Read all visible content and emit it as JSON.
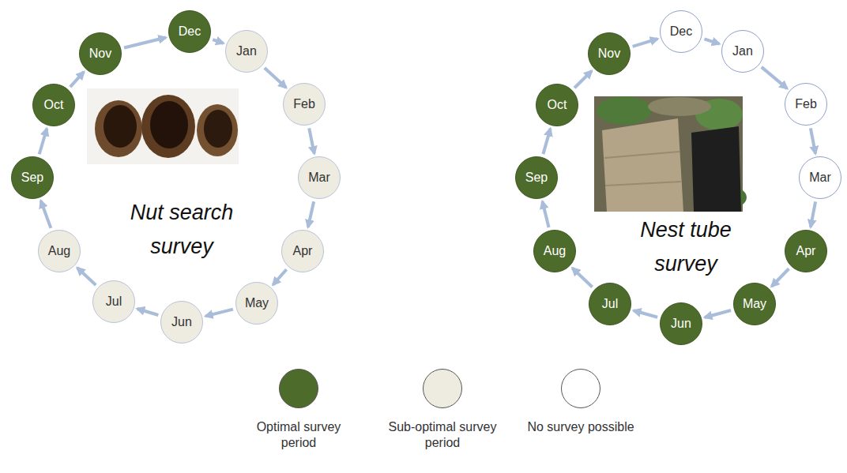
{
  "diagram": {
    "nodes": [
      {
        "text": [
          "Jan"
        ]
      },
      {
        "text": [
          "Feb"
        ]
      },
      {
        "text": [
          "Mar"
        ]
      },
      {
        "text": [
          "Apr"
        ]
      },
      {
        "text": [
          "May"
        ]
      },
      {
        "text": [
          "Jun"
        ]
      },
      {
        "text": [
          "Jul"
        ]
      },
      {
        "text": [
          "Aug"
        ]
      },
      {
        "text": [
          "Sep"
        ]
      },
      {
        "text": [
          "Oct"
        ]
      },
      {
        "text": [
          "Nov"
        ]
      },
      {
        "text": [
          "Dec"
        ]
      },
      {
        "text": [
          "Jan"
        ]
      },
      {
        "text": [
          "Feb"
        ]
      },
      {
        "text": [
          "Mar"
        ]
      },
      {
        "text": [
          "Apr"
        ]
      },
      {
        "text": [
          "May"
        ]
      },
      {
        "text": [
          "Jun"
        ]
      },
      {
        "text": [
          "Jul"
        ]
      },
      {
        "text": [
          "Aug"
        ]
      },
      {
        "text": [
          "Sep"
        ]
      },
      {
        "text": [
          "Oct"
        ]
      },
      {
        "text": [
          "Nov"
        ]
      },
      {
        "text": [
          "Dec"
        ]
      }
    ],
    "edges": [
      {
        "from": 0,
        "to": 1,
        "arrow": "to"
      },
      {
        "from": 1,
        "to": 2,
        "arrow": "to"
      },
      {
        "from": 2,
        "to": 3,
        "arrow": "to"
      },
      {
        "from": 3,
        "to": 4,
        "arrow": "to"
      },
      {
        "from": 4,
        "to": 5,
        "arrow": "to"
      },
      {
        "from": 5,
        "to": 6,
        "arrow": "to"
      },
      {
        "from": 6,
        "to": 7,
        "arrow": "to"
      },
      {
        "from": 7,
        "to": 8,
        "arrow": "to"
      },
      {
        "from": 8,
        "to": 9,
        "arrow": "to"
      },
      {
        "from": 9,
        "to": 10,
        "arrow": "to"
      },
      {
        "from": 10,
        "to": 11,
        "arrow": "to"
      },
      {
        "from": 11,
        "to": 0,
        "arrow": "to"
      },
      {
        "from": 12,
        "to": 13,
        "arrow": "to"
      },
      {
        "from": 13,
        "to": 14,
        "arrow": "to"
      },
      {
        "from": 14,
        "to": 15,
        "arrow": "to"
      },
      {
        "from": 15,
        "to": 16,
        "arrow": "to"
      },
      {
        "from": 16,
        "to": 17,
        "arrow": "to"
      },
      {
        "from": 17,
        "to": 18,
        "arrow": "to"
      },
      {
        "from": 18,
        "to": 19,
        "arrow": "to"
      },
      {
        "from": 19,
        "to": 20,
        "arrow": "to"
      },
      {
        "from": 20,
        "to": 21,
        "arrow": "to"
      },
      {
        "from": 21,
        "to": 22,
        "arrow": "to"
      },
      {
        "from": 22,
        "to": 23,
        "arrow": "to"
      },
      {
        "from": 23,
        "to": 12,
        "arrow": "to"
      }
    ],
    "labels": [
      "Nut search survey",
      "Nest tube survey"
    ],
    "legend": [
      {
        "text": "Optimal survey period",
        "color": "#4d6b2b"
      },
      {
        "text": "Sub-optimal survey period",
        "color": "#eeebe0"
      },
      {
        "text": "No survey possible",
        "color": "#ffffff"
      }
    ]
  }
}
